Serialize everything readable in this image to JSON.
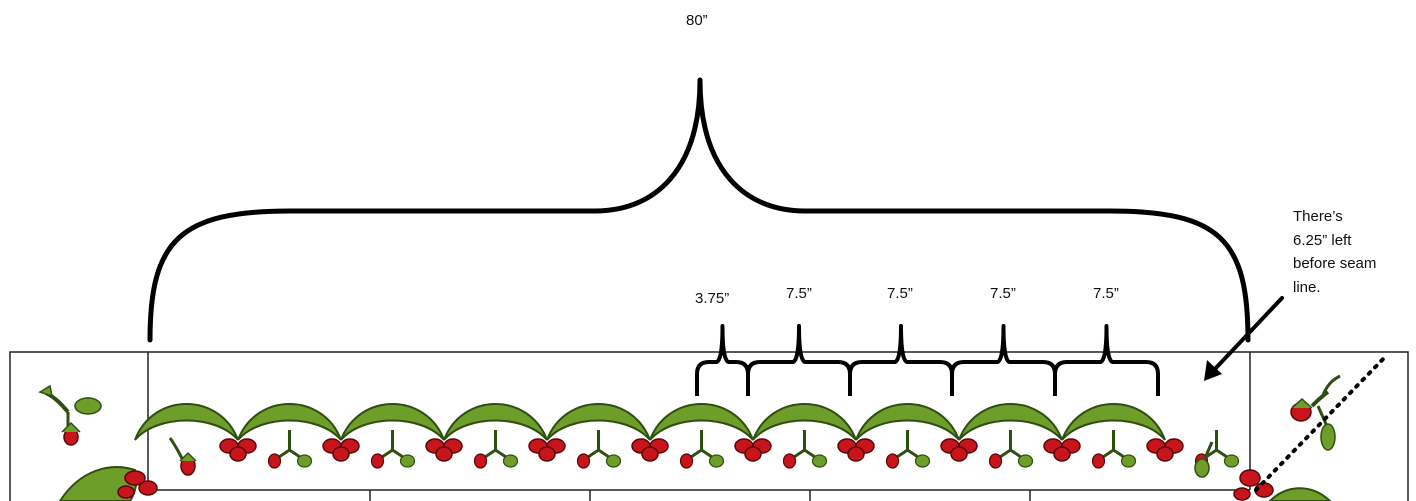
{
  "diagram": {
    "total_label": "80”",
    "segments": [
      {
        "label": "3.75”"
      },
      {
        "label": "7.5”"
      },
      {
        "label": "7.5”"
      },
      {
        "label": "7.5”"
      },
      {
        "label": "7.5”"
      }
    ],
    "note_lines": [
      "There’s",
      "6.25” left",
      "before seam",
      "line."
    ],
    "colors": {
      "leaf": "#6e9e2a",
      "leaf_dark": "#2f4f10",
      "flower": "#c8151b",
      "flower_dark": "#5a0508",
      "line": "#000000",
      "frame": "#222222"
    }
  }
}
